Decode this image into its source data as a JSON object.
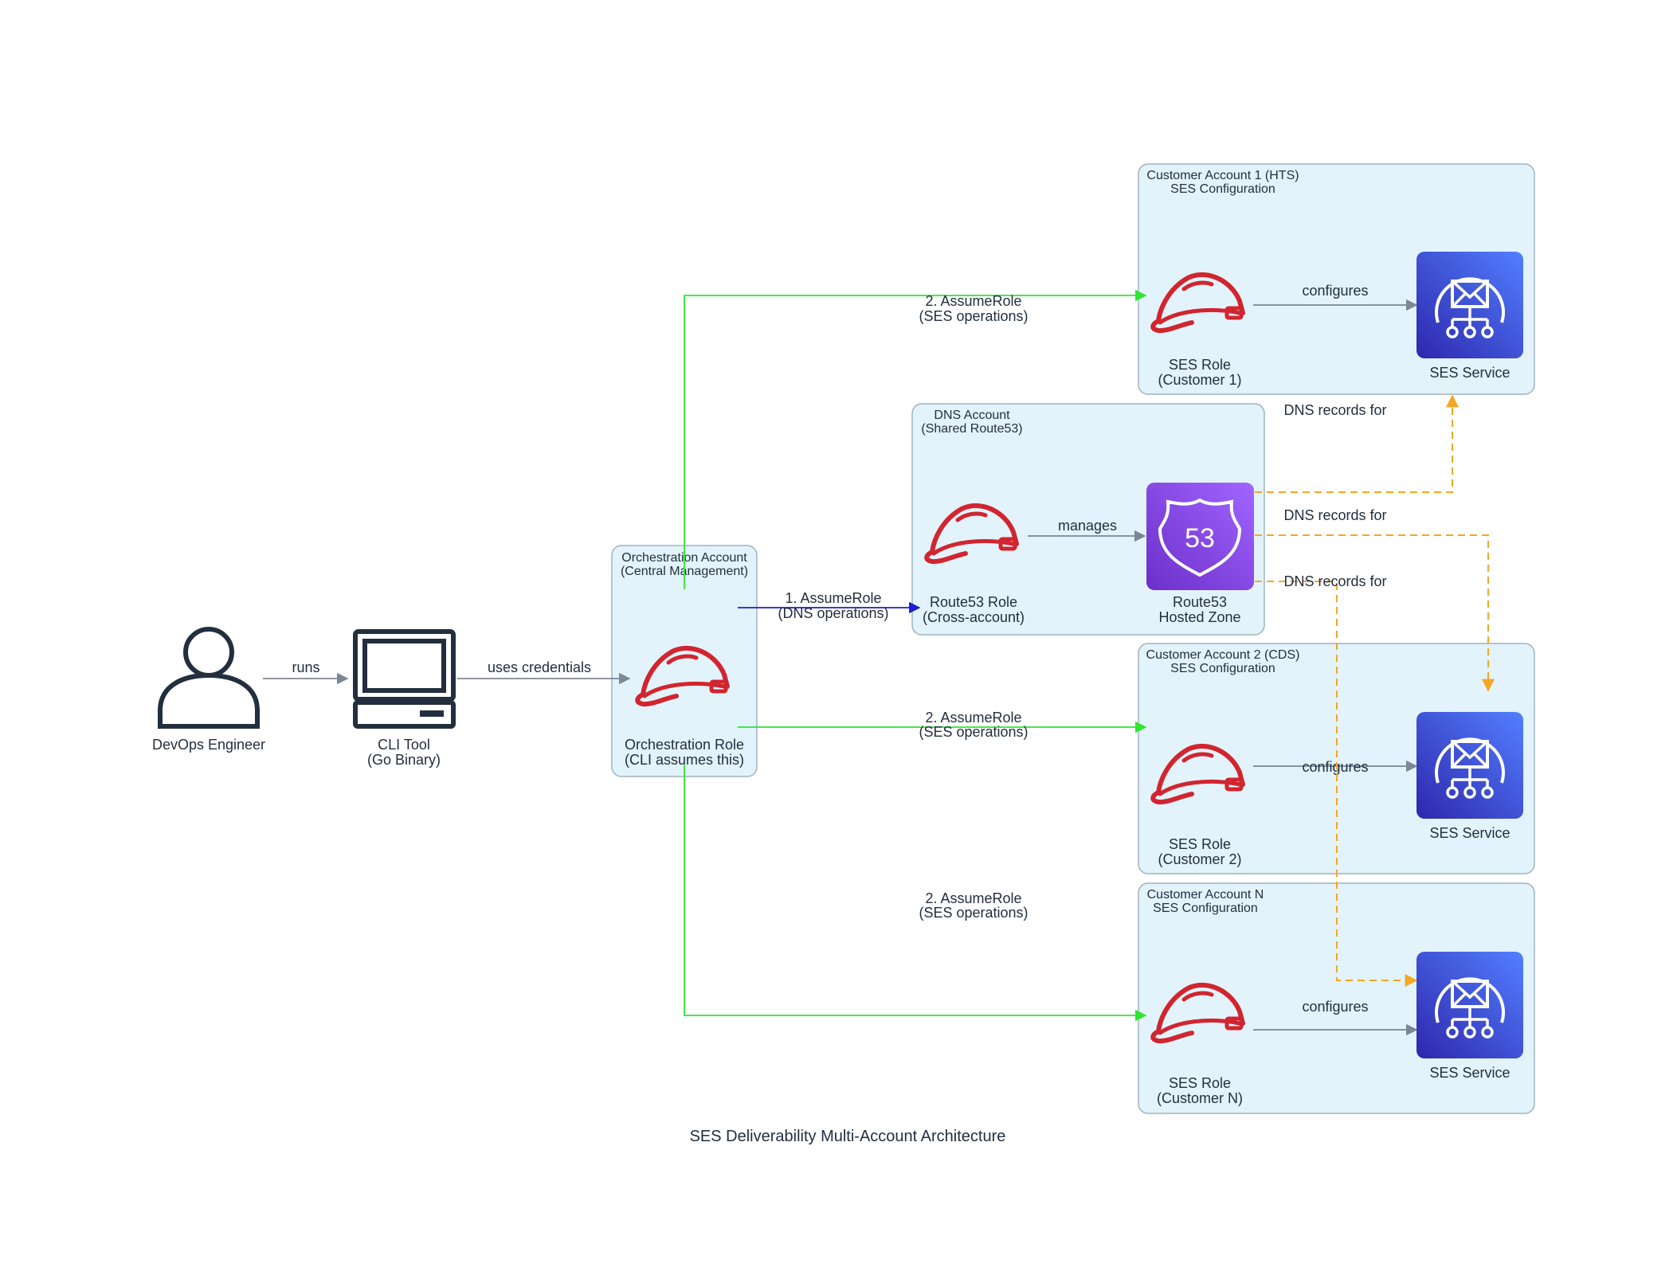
{
  "title": "SES Deliverability Multi-Account Architecture",
  "colors": {
    "cluster_fill": "#e3f3fb",
    "cluster_border": "#9fb3c2",
    "iam_red": "#d1252f",
    "ses_blue": "#3b48cc",
    "route53_purple": "#8c4fff",
    "edge_gray": "#7b8794",
    "edge_green": "#2ee62e",
    "edge_blue": "#1c1cd9",
    "edge_orange": "#f5a623",
    "user_icon": "#232f3e"
  },
  "clusters": {
    "orchestration": {
      "line1": "Orchestration Account",
      "line2": "(Central Management)"
    },
    "dns": {
      "line1": "DNS Account",
      "line2": "(Shared Route53)"
    },
    "customer1": {
      "line1": "Customer Account 1 (HTS)",
      "line2": "SES Configuration"
    },
    "customer2": {
      "line1": "Customer Account 2 (CDS)",
      "line2": "SES Configuration"
    },
    "customerN": {
      "line1": "Customer Account N",
      "line2": "SES Configuration"
    }
  },
  "nodes": {
    "devops": {
      "line1": "DevOps Engineer",
      "icon": "user-icon"
    },
    "cli": {
      "line1": "CLI Tool",
      "line2": "(Go Binary)",
      "icon": "laptop-icon"
    },
    "orch_role": {
      "line1": "Orchestration Role",
      "line2": "(CLI assumes this)",
      "icon": "iam-role-helmet-icon"
    },
    "r53_role": {
      "line1": "Route53 Role",
      "line2": "(Cross-account)",
      "icon": "iam-role-helmet-icon"
    },
    "hosted_zone": {
      "line1": "Route53",
      "line2": "Hosted Zone",
      "icon": "route53-icon",
      "badge": "53"
    },
    "ses_role1": {
      "line1": "SES Role",
      "line2": "(Customer 1)",
      "icon": "iam-role-helmet-icon"
    },
    "ses_svc1": {
      "line1": "SES Service",
      "icon": "ses-icon"
    },
    "ses_role2": {
      "line1": "SES Role",
      "line2": "(Customer 2)",
      "icon": "iam-role-helmet-icon"
    },
    "ses_svc2": {
      "line1": "SES Service",
      "icon": "ses-icon"
    },
    "ses_roleN": {
      "line1": "SES Role",
      "line2": "(Customer N)",
      "icon": "iam-role-helmet-icon"
    },
    "ses_svcN": {
      "line1": "SES Service",
      "icon": "ses-icon"
    }
  },
  "edges": {
    "runs": "runs",
    "uses_credentials": "uses credentials",
    "assume_dns": {
      "line1": "1. AssumeRole",
      "line2": "(DNS operations)"
    },
    "assume_ses1": {
      "line1": "2. AssumeRole",
      "line2": "(SES operations)"
    },
    "assume_ses2": {
      "line1": "2. AssumeRole",
      "line2": "(SES operations)"
    },
    "assume_sesN": {
      "line1": "2. AssumeRole",
      "line2": "(SES operations)"
    },
    "manages": "manages",
    "configures1": "configures",
    "configures2": "configures",
    "configuresN": "configures",
    "dns_records1": "DNS records for",
    "dns_records2": "DNS records for",
    "dns_recordsN": "DNS records for"
  }
}
